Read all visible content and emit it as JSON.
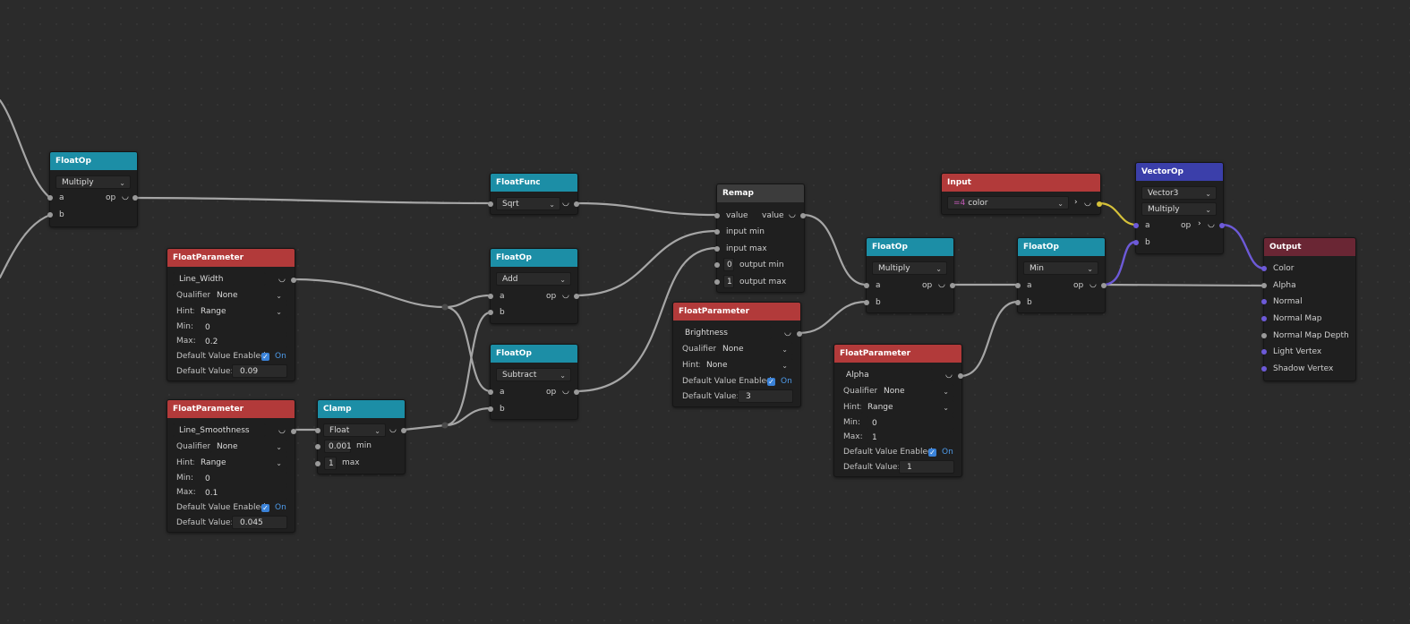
{
  "colors": {
    "background": "#2b2b2b",
    "op_header": "#1c8ea6",
    "parameter_header": "#b23a3a",
    "vector_header": "#3b3faa",
    "output_header": "#6a2634",
    "wire": "#a6a6a6",
    "vector_wire": "#6d5ad8",
    "color_wire": "#d6c23a"
  },
  "nodes": {
    "floatop_1": {
      "title": "FloatOp",
      "op": "Multiply",
      "out_label": "op",
      "in_a": "a",
      "in_b": "b"
    },
    "floatfunc": {
      "title": "FloatFunc",
      "func": "Sqrt"
    },
    "floatop_add": {
      "title": "FloatOp",
      "op": "Add",
      "out_label": "op",
      "in_a": "a",
      "in_b": "b"
    },
    "floatop_sub": {
      "title": "FloatOp",
      "op": "Subtract",
      "out_label": "op",
      "in_a": "a",
      "in_b": "b"
    },
    "remap": {
      "title": "Remap",
      "value_in": "value",
      "value_out": "value",
      "input_min": "input min",
      "input_max": "input max",
      "output_min_value": "0",
      "output_min": "output min",
      "output_max_value": "1",
      "output_max": "output max"
    },
    "param_line_width": {
      "title": "FloatParameter",
      "name": "Line_Width",
      "qualifier_label": "Qualifier:",
      "qualifier": "None",
      "hint_label": "Hint:",
      "hint": "Range",
      "min_label": "Min:",
      "min": "0",
      "max_label": "Max:",
      "max": "0.2",
      "default_enabled_label": "Default Value Enabled:",
      "on_label": "On",
      "default_value_label": "Default Value:",
      "default_value": "0.09"
    },
    "param_line_smoothness": {
      "title": "FloatParameter",
      "name": "Line_Smoothness",
      "qualifier_label": "Qualifier:",
      "qualifier": "None",
      "hint_label": "Hint:",
      "hint": "Range",
      "min_label": "Min:",
      "min": "0",
      "max_label": "Max:",
      "max": "0.1",
      "default_enabled_label": "Default Value Enabled:",
      "on_label": "On",
      "default_value_label": "Default Value:",
      "default_value": "0.045"
    },
    "clamp": {
      "title": "Clamp",
      "type": "Float",
      "min_value": "0.001",
      "min_label": "min",
      "max_value": "1",
      "max_label": "max"
    },
    "param_brightness": {
      "title": "FloatParameter",
      "name": "Brightness",
      "qualifier_label": "Qualifier:",
      "qualifier": "None",
      "hint_label": "Hint:",
      "hint": "None",
      "default_enabled_label": "Default Value Enabled:",
      "on_label": "On",
      "default_value_label": "Default Value:",
      "default_value": "3"
    },
    "floatop_multiply": {
      "title": "FloatOp",
      "op": "Multiply",
      "out_label": "op",
      "in_a": "a",
      "in_b": "b"
    },
    "param_alpha": {
      "title": "FloatParameter",
      "name": "Alpha",
      "qualifier_label": "Qualifier:",
      "qualifier": "None",
      "hint_label": "Hint:",
      "hint": "Range",
      "min_label": "Min:",
      "min": "0",
      "max_label": "Max:",
      "max": "1",
      "default_enabled_label": "Default Value Enabled:",
      "on_label": "On",
      "default_value_label": "Default Value:",
      "default_value": "1"
    },
    "input": {
      "title": "Input",
      "prefix": "=4",
      "value": "color"
    },
    "floatop_min": {
      "title": "FloatOp",
      "op": "Min",
      "out_label": "op",
      "in_a": "a",
      "in_b": "b"
    },
    "vectorop": {
      "title": "VectorOp",
      "type": "Vector3",
      "op": "Multiply",
      "out_label": "op",
      "in_a": "a",
      "in_b": "b"
    },
    "output": {
      "title": "Output",
      "inputs": [
        "Color",
        "Alpha",
        "Normal",
        "Normal Map",
        "Normal Map Depth",
        "Light Vertex",
        "Shadow Vertex"
      ]
    }
  }
}
